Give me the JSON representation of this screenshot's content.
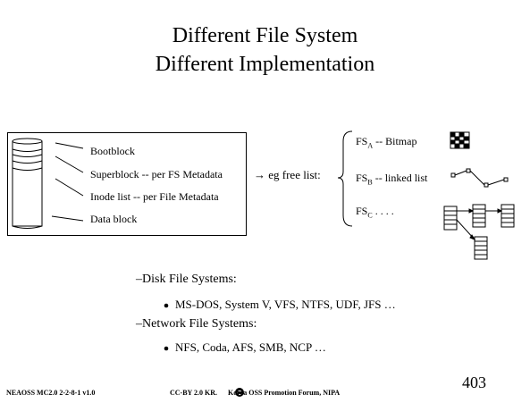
{
  "title": {
    "line1": "Different File System",
    "line2": "Different Implementation"
  },
  "disk_layout": {
    "bootblock": "Bootblock",
    "superblock": "Superblock -- per FS Metadata",
    "inode_list": "Inode list   -- per File Metadata",
    "data_block": "Data block"
  },
  "free_list_label": "→ eg  free list:",
  "fs_list": [
    {
      "name": "FS",
      "sub": "A",
      "desc": "--  Bitmap"
    },
    {
      "name": "FS",
      "sub": "B",
      "desc": "--  linked list"
    },
    {
      "name": "FS",
      "sub": "C",
      "desc": "  . . . ."
    }
  ],
  "sections": [
    {
      "heading": "–Disk File Systems:",
      "item": "MS-DOS, System V, VFS, NTFS, UDF, JFS …"
    },
    {
      "heading": "–Network File Systems:",
      "item": "NFS, Coda, AFS, SMB, NCP …"
    }
  ],
  "footer": {
    "left": "NEAOSS MC2.0 2-2-8-1 v1.0",
    "center": "CC-BY 2.0 KR.  Korea OSS Promotion Forum, NIPA",
    "cc_symbol": "C",
    "page": "403"
  },
  "icons": [
    "disk-stack-icon",
    "bitmap-grid-icon",
    "linked-list-icon",
    "tree-blocks-icon"
  ]
}
